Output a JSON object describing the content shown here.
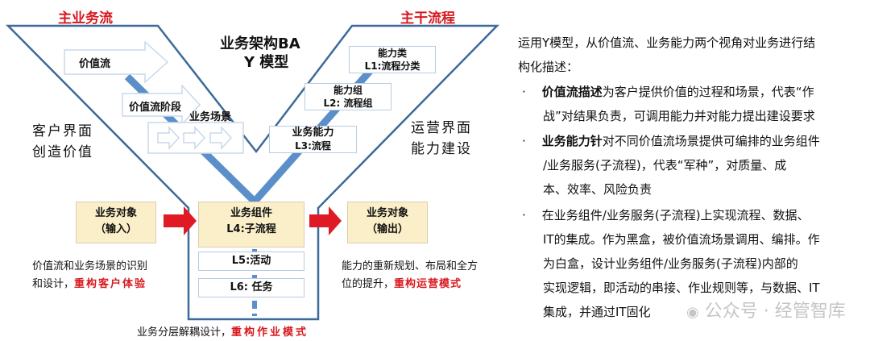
{
  "left": {
    "main_flow": "主业务流",
    "trunk_flow": "主干流程",
    "title1": "业务架构BA",
    "title2": "Y 模型",
    "value_stream": "价值流",
    "value_stage": "价值流阶段",
    "scenario": "业务场景",
    "cap_class": "能力类",
    "cap_class_l": "L1:流程分类",
    "cap_group": "能力组",
    "cap_group_l": "L2: 流程组",
    "biz_cap": "业务能力",
    "biz_cap_l": "L3:流程",
    "customer1": "客户界面",
    "customer2": "创造价值",
    "ops1": "运营界面",
    "ops2": "能力建设",
    "input1": "业务对象",
    "input2": "（输入）",
    "comp1": "业务组件",
    "comp2": "L4:子流程",
    "l5": "L5:活动",
    "l6": "L6: 任务",
    "output1": "业务对象",
    "output2": "（输出）",
    "left_note1": "价值流和业务场景的识别",
    "left_note2": "和设计，",
    "left_note_red": "重构客户体验",
    "right_note1": "能力的重新规划、布局和全方",
    "right_note2": "位的提升，",
    "right_note_red": "重构运营模式",
    "bottom_note": "业务分层解耦设计，",
    "bottom_note_red": "重构作业模式"
  },
  "right": {
    "intro1": "运用Y模型，从价值流、业务能力两个视角对业务进行结",
    "intro2": "构化描述：",
    "b1_bold": "价值流描述",
    "b1_1": "为客户提供价值的过程和场景，代表“作",
    "b1_2": "战”对结果负责，可调用能力并对能力提出建设要求",
    "b2_bold": "业务能力针",
    "b2_1": "对不同价值流场景提供可编排的业务组件",
    "b2_2": "/业务服务(子流程)，代表“军种”，对质量、成",
    "b2_3": "本、效率、风险负责",
    "b3_1": "在业务组件/业务服务(子流程)上实现流程、数据、",
    "b3_2": "IT的集成。作为黑盒，被价值流场景调用、编排。作",
    "b3_3": "为白盒，设计业务组件/业务服务(子流程)内部的",
    "b3_4": "实现逻辑，即活动的串接、作业规则等，与数据、IT",
    "b3_5": "集成，并通过IT固化",
    "bullet": "·"
  },
  "watermark": "公众号 · 经管智库"
}
